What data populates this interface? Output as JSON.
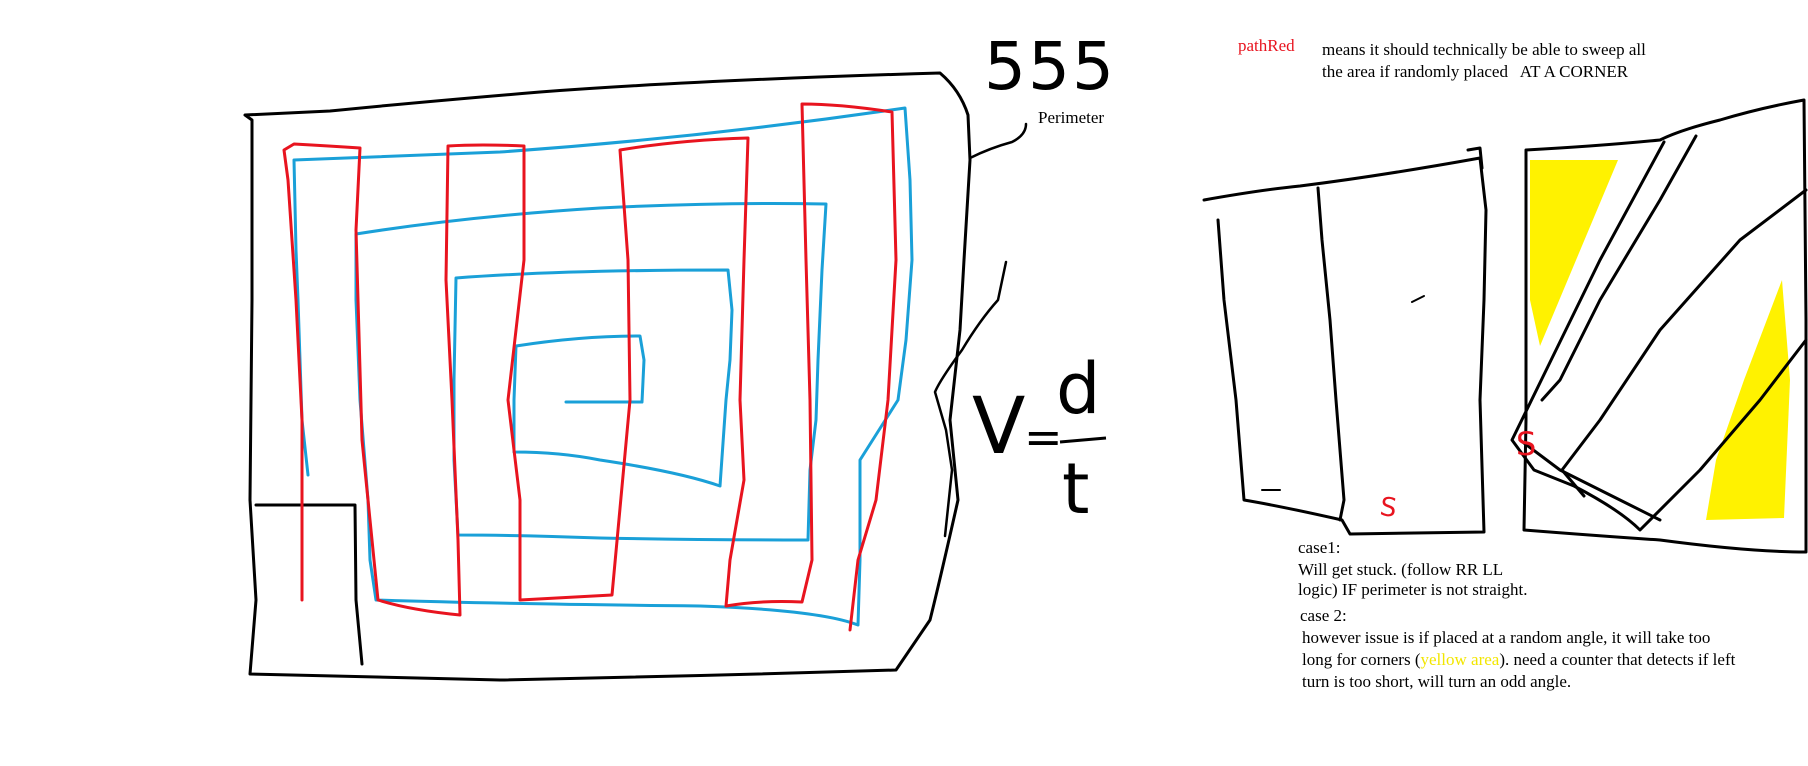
{
  "annotations": {
    "number_label": "555",
    "perimeter_label": "Perimeter",
    "formula_v": "V",
    "formula_eq": "=",
    "formula_d": "d",
    "formula_t": "t",
    "path_red_label": "pathRed",
    "path_red_desc_line1": "means it should technically be able to sweep all",
    "path_red_desc_line2a": "the area if randomly placed",
    "path_red_desc_line2b": "AT A CORNER",
    "start_marker_1": "S",
    "start_marker_2": "S",
    "case1_title": "case1:",
    "case1_line1": "Will get stuck. (follow RR LL",
    "case1_line2": "logic)  IF perimeter is not straight.",
    "case2_title": "case 2:",
    "case2_line1": "however issue is if placed at a random angle, it will take too",
    "case2_line2a": "long for corners (",
    "case2_yellow": "yellow area",
    "case2_line2b": "). need a counter that detects if left",
    "case2_line3": "turn is too short, will turn an odd angle."
  },
  "colors": {
    "ink": "#000000",
    "red_path": "#e8141f",
    "blue_path": "#1aa0d8",
    "yellow_area": "#fff200"
  }
}
